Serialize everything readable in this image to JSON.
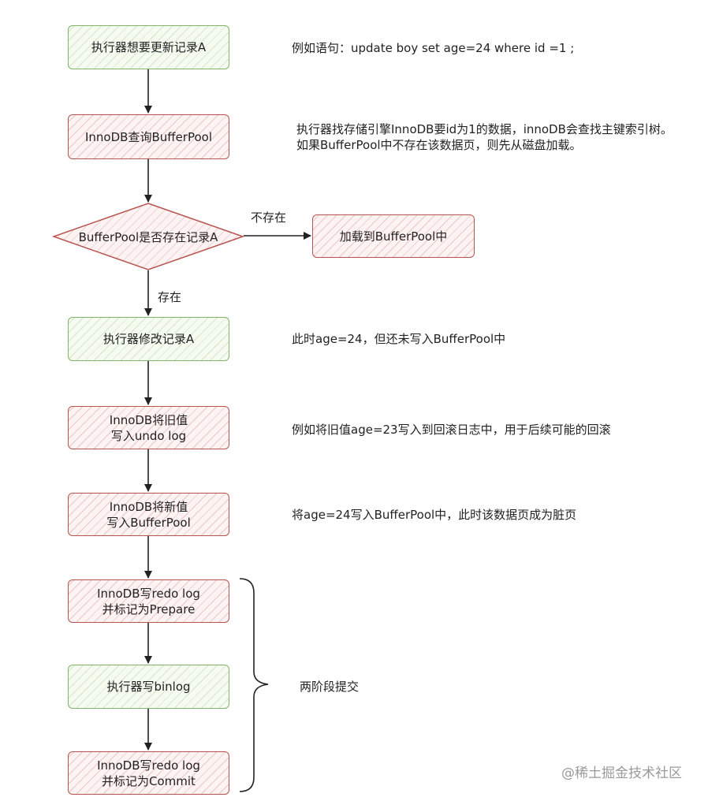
{
  "steps": {
    "s1": "执行器想要更新记录A",
    "s2": "InnoDB查询BufferPool",
    "decision": "BufferPool是否存在记录A",
    "load": "加载到BufferPool中",
    "s3": "执行器修改记录A",
    "s4": {
      "line1": "InnoDB将旧值",
      "line2": "写入undo log"
    },
    "s5": {
      "line1": "InnoDB将新值",
      "line2": "写入BufferPool"
    },
    "s6": {
      "line1": "InnoDB写redo log",
      "line2": "并标记为Prepare"
    },
    "s7": "执行器写binlog",
    "s8": {
      "line1": "InnoDB写redo log",
      "line2": "并标记为Commit"
    }
  },
  "edge_labels": {
    "not_exist": "不存在",
    "exist": "存在"
  },
  "notes": {
    "n1": "例如语句：update boy set age=24 where id =1 ;",
    "n2_line1": "执行器找存储引擎InnoDB要id为1的数据，innoDB会查找主键索引树。",
    "n2_line2": "如果BufferPool中不存在该数据页，则先从磁盘加载。",
    "n3": "此时age=24，但还未写入BufferPool中",
    "n4": "例如将旧值age=23写入到回滚日志中，用于后续可能的回滚",
    "n5": "将age=24写入BufferPool中，此时该数据页成为脏页",
    "two_phase": "两阶段提交"
  },
  "watermark": "@稀土掘金技术社区",
  "colors": {
    "green_border": "#82b366",
    "red_border": "#b85450",
    "arrow": "#222222"
  }
}
